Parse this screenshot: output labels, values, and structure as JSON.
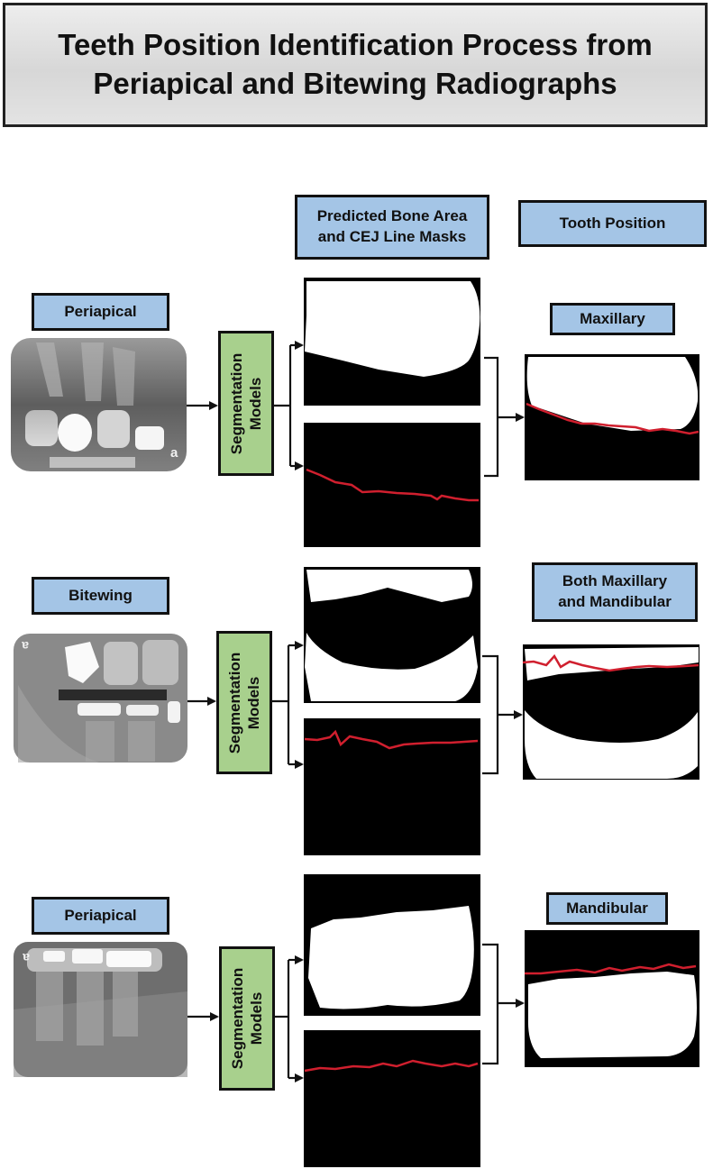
{
  "title": {
    "line1": "Teeth Position Identification Process from",
    "line2": "Periapical and Bitewing Radiographs"
  },
  "headers": {
    "predicted_line1": "Predicted Bone Area",
    "predicted_line2": "and CEJ Line Masks",
    "tooth_position": "Tooth Position"
  },
  "rows": [
    {
      "input_label": "Periapical",
      "model_line1": "Segmentation",
      "model_line2": "Models",
      "output_line1": "Maxillary",
      "output_line2": "",
      "radiograph_tag": "a"
    },
    {
      "input_label": "Bitewing",
      "model_line1": "Segmentation",
      "model_line2": "Models",
      "output_line1": "Both Maxillary",
      "output_line2": "and Mandibular",
      "radiograph_tag": "a"
    },
    {
      "input_label": "Periapical",
      "model_line1": "Segmentation",
      "model_line2": "Models",
      "output_line1": "Mandibular",
      "output_line2": "",
      "radiograph_tag": "a"
    }
  ],
  "colors": {
    "label_blue": "#a4c5e6",
    "model_green": "#a8d08d",
    "cej_red": "#d01f2e"
  }
}
